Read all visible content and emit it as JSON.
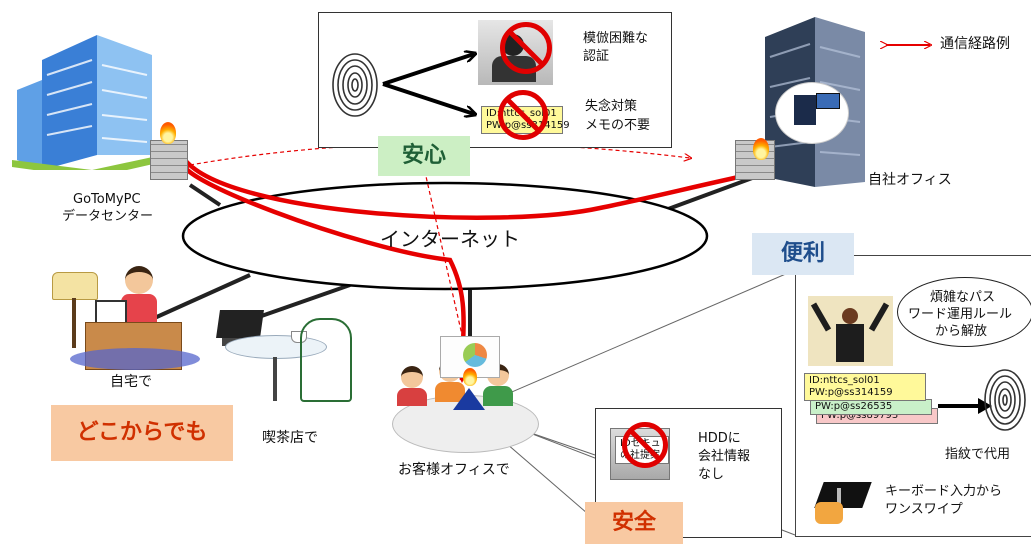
{
  "legend": {
    "label": "通信経路例"
  },
  "nodes": {
    "datacenter": {
      "line1": "GoToMyPC",
      "line2": "データセンター"
    },
    "office": {
      "label": "自社オフィス"
    },
    "internet": {
      "label": "インターネット"
    },
    "home": {
      "label": "自宅で"
    },
    "cafe": {
      "label": "喫茶店で"
    },
    "customer": {
      "label": "お客様オフィスで"
    }
  },
  "anshin": {
    "badge": "安心",
    "item1": {
      "line1": "模倣困難な",
      "line2": "認証"
    },
    "item2": {
      "line1": "失念対策",
      "line2": "メモの不要"
    },
    "note": {
      "line1": "ID:nttcs_sol01",
      "line2": "PW:p@ss314159"
    }
  },
  "benri": {
    "badge": "便利",
    "bubble": {
      "line1": "煩雑なパス",
      "line2": "ワード運用ルール",
      "line3": "から解放"
    },
    "notes": [
      "ID:nttcs_sol01",
      "PW:p@ss314159",
      "PW:p@ss26535",
      "PW:p@ss89793"
    ],
    "fingerprint": "指紋で代用",
    "swipe": {
      "line1": "キーボード入力から",
      "line2": "ワンスワイプ"
    }
  },
  "anzen": {
    "badge": "安全",
    "text": {
      "line1": "HDDに",
      "line2": "会社情報",
      "line3": "なし"
    },
    "sticker": {
      "line1": "IDセキュ",
      "line2": "の社提案"
    }
  },
  "dokokara": {
    "badge": "どこからでも"
  },
  "colors": {
    "route": "#e60000",
    "badge_green": "#ccefc4",
    "badge_blue": "#dbe7f3",
    "badge_orange": "#f8c9a2",
    "badge_text_green": "#1f5f36",
    "badge_text_blue": "#1f4e8c",
    "badge_text_orange": "#d03000"
  }
}
